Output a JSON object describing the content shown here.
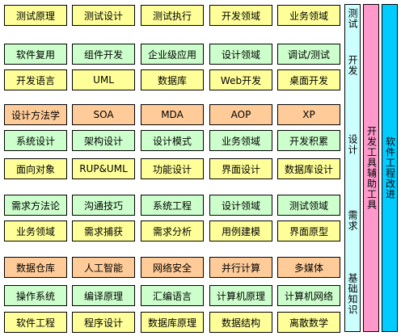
{
  "colors": {
    "yellow": "#ffff99",
    "green": "#ccffcc",
    "orange": "#ffcc99",
    "cyan_light": "#ccffff",
    "pink": "#ff99cc",
    "cyan": "#00ccff"
  },
  "rows": [
    {
      "color": "yellow",
      "cells": [
        "测试原理",
        "测试设计",
        "测试执行",
        "开发领域",
        "业务领域"
      ]
    },
    {
      "color": "green",
      "cells": [
        "软件复用",
        "组件开发",
        "企业级应用",
        "设计领域",
        "调试/测试"
      ]
    },
    {
      "color": "yellow",
      "cells": [
        "开发语言",
        "UML",
        "数据库",
        "Web开发",
        "桌面开发"
      ]
    },
    {
      "color": "orange",
      "cells": [
        "设计方法学",
        "SOA",
        "MDA",
        "AOP",
        "XP"
      ]
    },
    {
      "color": "green",
      "cells": [
        "系统设计",
        "架构设计",
        "设计模式",
        "业务领域",
        "开发积累"
      ]
    },
    {
      "color": "yellow",
      "cells": [
        "面向对象",
        "RUP&UML",
        "功能设计",
        "界面设计",
        "数据库设计"
      ]
    },
    {
      "color": "green",
      "cells": [
        "需求方法论",
        "沟通技巧",
        "系统工程",
        "设计领域",
        "测试领域"
      ]
    },
    {
      "color": "yellow",
      "cells": [
        "业务领域",
        "需求捕获",
        "需求分析",
        "用例建模",
        "界面原型"
      ]
    },
    {
      "color": "orange",
      "cells": [
        "数据仓库",
        "人工智能",
        "网络安全",
        "并行计算",
        "多媒体"
      ]
    },
    {
      "color": "green",
      "cells": [
        "操作系统",
        "编译原理",
        "汇编语言",
        "计算机原理",
        "计算机网络"
      ]
    },
    {
      "color": "yellow",
      "cells": [
        "软件工程",
        "程序设计",
        "数据库原理",
        "数据结构",
        "离散数学"
      ]
    }
  ],
  "stages": [
    {
      "label": "测试"
    },
    {
      "label": "开发"
    },
    {
      "label": "设计"
    },
    {
      "label": "需求"
    },
    {
      "label": "基础知识"
    }
  ],
  "bars": {
    "tools": "开发工具辅助工具",
    "process": "软件工程改进"
  }
}
